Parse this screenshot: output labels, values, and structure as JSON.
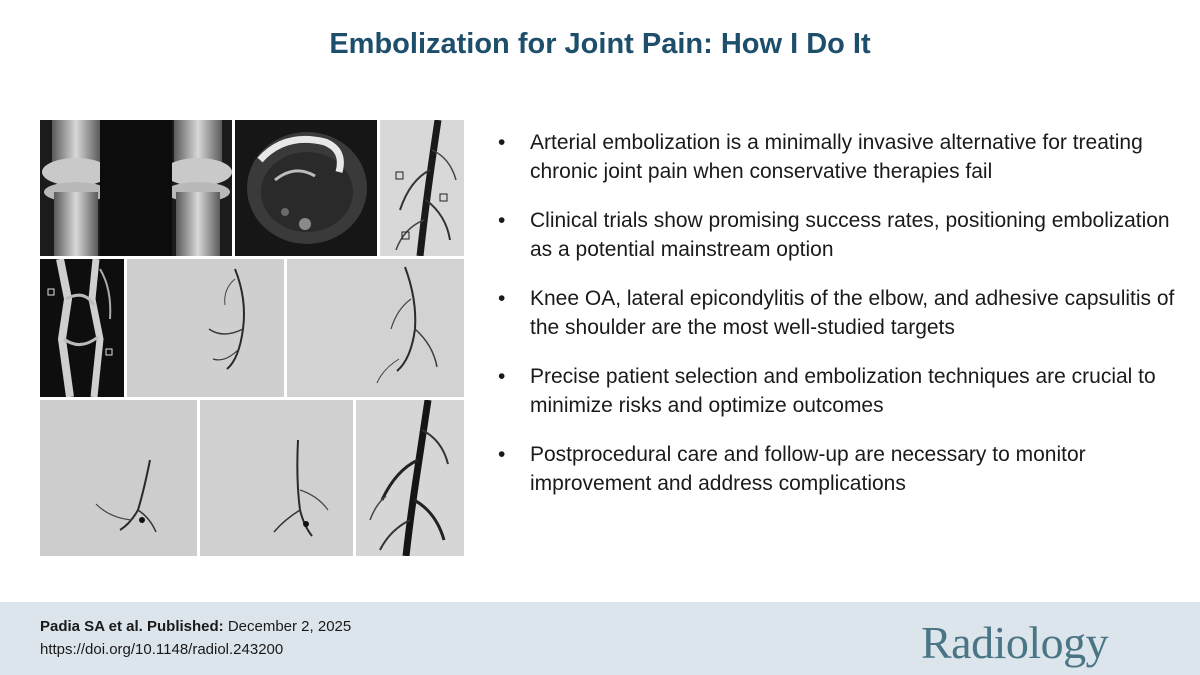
{
  "title": "Embolization for Joint Pain: How I Do It",
  "bullets": [
    "Arterial embolization is a minimally invasive alternative for treating chronic joint pain when conservative therapies fail",
    "Clinical trials show promising success rates, positioning embolization as a potential mainstream option",
    "Knee OA, lateral epicondylitis of the elbow, and adhesive capsulitis of the shoulder are the most well-studied targets",
    "Precise patient selection and embolization techniques are crucial to minimize risks and optimize outcomes",
    "Postprocedural care and follow-up are necessary to monitor improvement and address  complications"
  ],
  "bullet_glyph": "•",
  "citation": {
    "authors": "Padia SA et al. Published:",
    "date": " December 2, 2025",
    "doi": "https://doi.org/10.1148/radiol.243200"
  },
  "logo": "Radiology",
  "images": [
    "knee-xray-image",
    "knee-mri-image",
    "angiogram-leg-image",
    "angiogram-3d-image",
    "angiogram-genicular-1-image",
    "angiogram-genicular-2-image",
    "angiogram-genicular-3-image",
    "angiogram-genicular-4-image",
    "angiogram-leg-final-image"
  ],
  "colors": {
    "title": "#1d4e6b",
    "footer_bg": "#dde5ec",
    "logo": "#4a7585"
  }
}
